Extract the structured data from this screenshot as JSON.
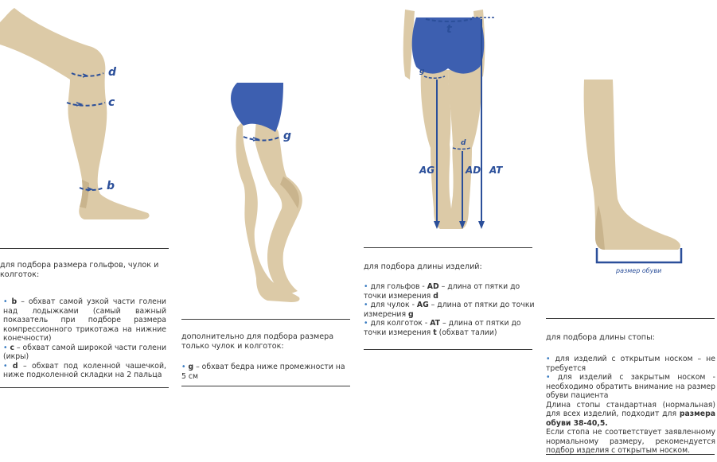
{
  "colors": {
    "skin": "#dccaa7",
    "skin_shadow": "#c9b48d",
    "underwear": "#3d5fb0",
    "measure": "#2b4f9a",
    "rule": "#3a3a3a",
    "text": "#333333"
  },
  "panel1": {
    "labels": {
      "d": "d",
      "c": "c",
      "b": "b"
    },
    "heading": "для подбора размера гольфов, чулок и колготок:",
    "items": [
      {
        "letter": "b",
        "text": " – обхват самой узкой части голени над лодыжками (самый важный показатель при подборе размера компрессионного трикотажа на нижние конечности)"
      },
      {
        "letter": "c",
        "text": " – обхват самой широкой части голени (икры)"
      },
      {
        "letter": "d",
        "text": " – обхват под коленной чашечкой, ниже подколенной складки на 2 пальца"
      }
    ]
  },
  "panel2": {
    "labels": {
      "g": "g"
    },
    "heading": "дополнительно для подбора размера только чулок и колготок:",
    "items": [
      {
        "letter": "g",
        "text": " – обхват бедра ниже промежности на 5 см"
      }
    ]
  },
  "panel3": {
    "labels": {
      "t": "t",
      "g": "g",
      "d": "d",
      "AG": "AG",
      "AD": "AD",
      "AT": "AT"
    },
    "heading": "для подбора длины изделий:",
    "items": [
      {
        "prefix": "для гольфов - ",
        "code": "AD",
        "middle": " – длина от пятки до точки измерения ",
        "point": "d",
        "suffix": ""
      },
      {
        "prefix": "для чулок  - ",
        "code": "AG",
        "middle": " – длина от пятки до точки измерения ",
        "point": "g",
        "suffix": ""
      },
      {
        "prefix": "для колготок  - ",
        "code": "AT",
        "middle": " – длина от пятки до точки измерения ",
        "point": "t",
        "suffix": " (обхват талии)"
      }
    ]
  },
  "panel4": {
    "labels": {
      "foot": "размер обуви"
    },
    "heading": "для подбора длины стопы:",
    "items": [
      "для изделий с открытым носком – не требуется",
      "для изделий с закрытым носком -  необходимо обратить внимание на размер обуви пациента"
    ],
    "para1_a": "Длина стопы стандартная (нормальная) для всех изделий, подходит для ",
    "para1_b": "размера обуви 38-40,5.",
    "para2": "Если стопа не соответствует заявленному нормальному размеру, рекомендуется подбор изделия с открытым носком."
  }
}
